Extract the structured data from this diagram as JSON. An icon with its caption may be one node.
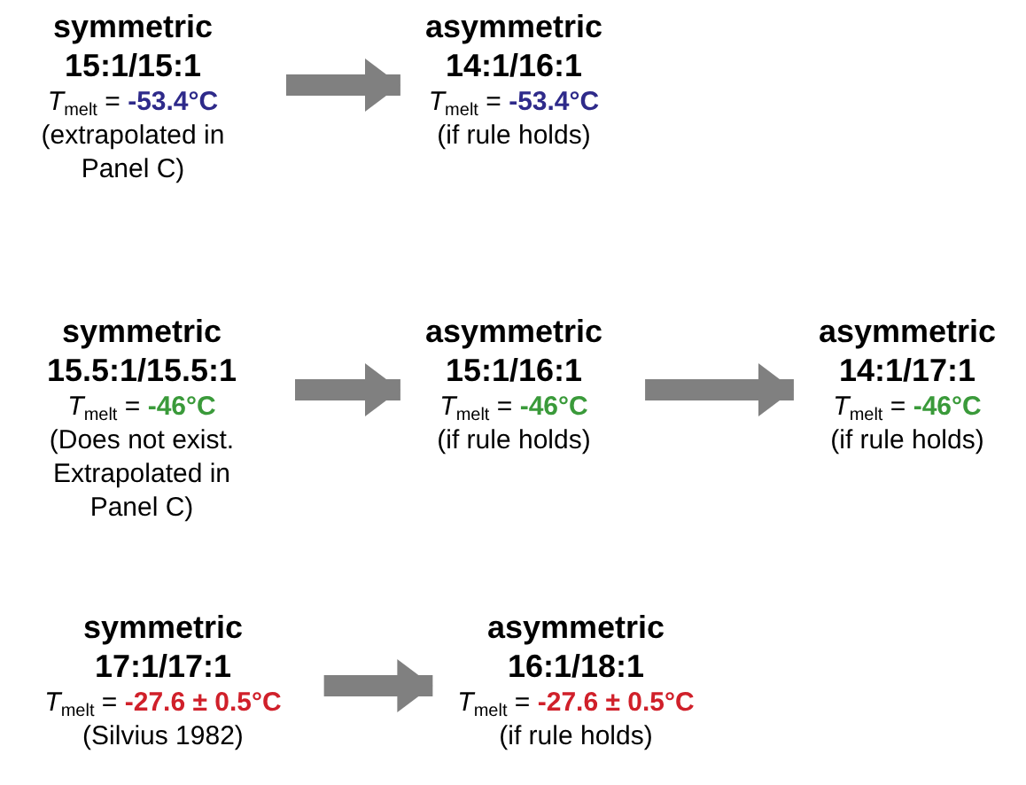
{
  "diagram": {
    "nodes": [
      {
        "text": [
          "symmetric",
          "15:1/15:1",
          "*T*$_{melt}$ = **-53.4°C**",
          "(extrapolated in Panel C)"
        ]
      },
      {
        "text": [
          "asymmetric",
          "14:1/16:1",
          "*T*$_{melt}$ = **-53.4°C**",
          "(if rule holds)"
        ]
      },
      {
        "text": [
          "symmetric",
          "15.5:1/15.5:1",
          "*T*$_{melt}$ = **-46°C**",
          "(Does not exist. Extrapolated in Panel C)"
        ]
      },
      {
        "text": [
          "asymmetric",
          "15:1/16:1",
          "*T*$_{melt}$ = **-46°C**",
          "(if rule holds)"
        ]
      },
      {
        "text": [
          "asymmetric",
          "14:1/17:1",
          "*T*$_{melt}$ = **-46°C**",
          "(if rule holds)"
        ]
      },
      {
        "text": [
          "symmetric",
          "17:1/17:1",
          "*T*$_{melt}$ = **-27.6 ± 0.5°C**",
          "(Silvius 1982)"
        ]
      },
      {
        "text": [
          "asymmetric",
          "16:1/18:1",
          "*T*$_{melt}$ = **-27.6 ± 0.5°C**",
          "(if rule holds)"
        ]
      }
    ],
    "edges": [
      {
        "from": 0,
        "to": 1,
        "arrow": "to"
      },
      {
        "from": 2,
        "to": 3,
        "arrow": "to"
      },
      {
        "from": 3,
        "to": 4,
        "arrow": "to"
      },
      {
        "from": 5,
        "to": 6,
        "arrow": "to"
      }
    ]
  }
}
